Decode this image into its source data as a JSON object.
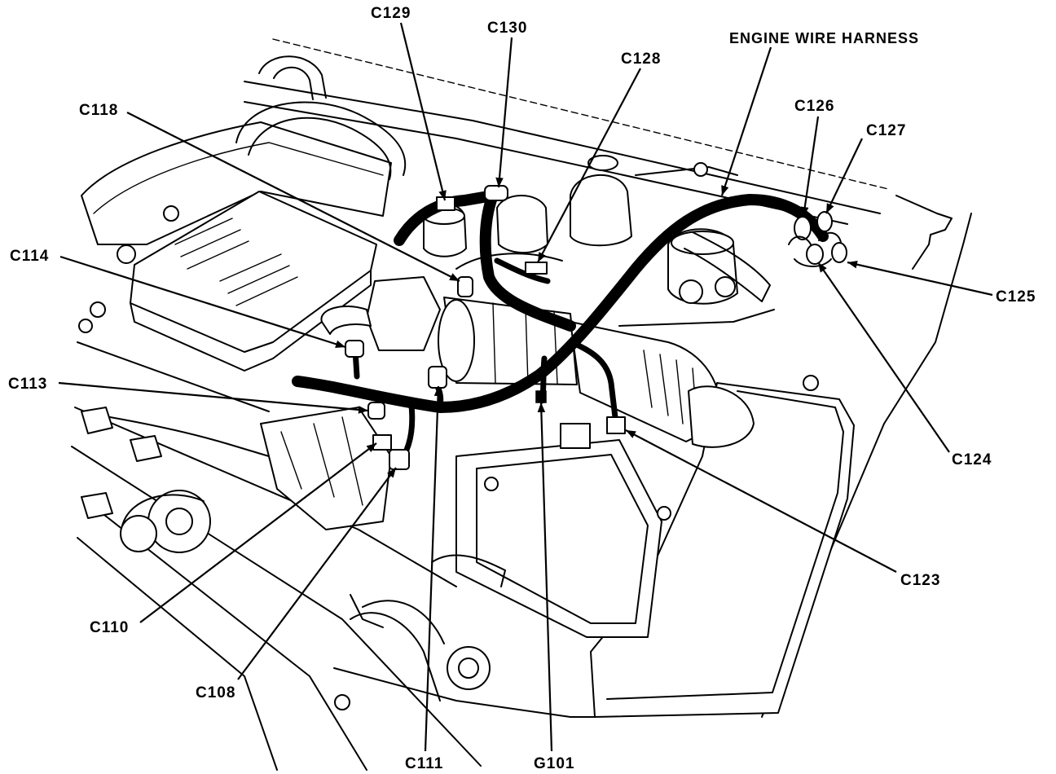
{
  "diagram": {
    "callouts": {
      "c129": "C129",
      "c130": "C130",
      "c128": "C128",
      "engine_wire_harness": "ENGINE WIRE HARNESS",
      "c118": "C118",
      "c126": "C126",
      "c127": "C127",
      "c114": "C114",
      "c125": "C125",
      "c113": "C113",
      "c124": "C124",
      "c123": "C123",
      "c110": "C110",
      "c108": "C108",
      "c111": "C111",
      "g101": "G101"
    }
  }
}
